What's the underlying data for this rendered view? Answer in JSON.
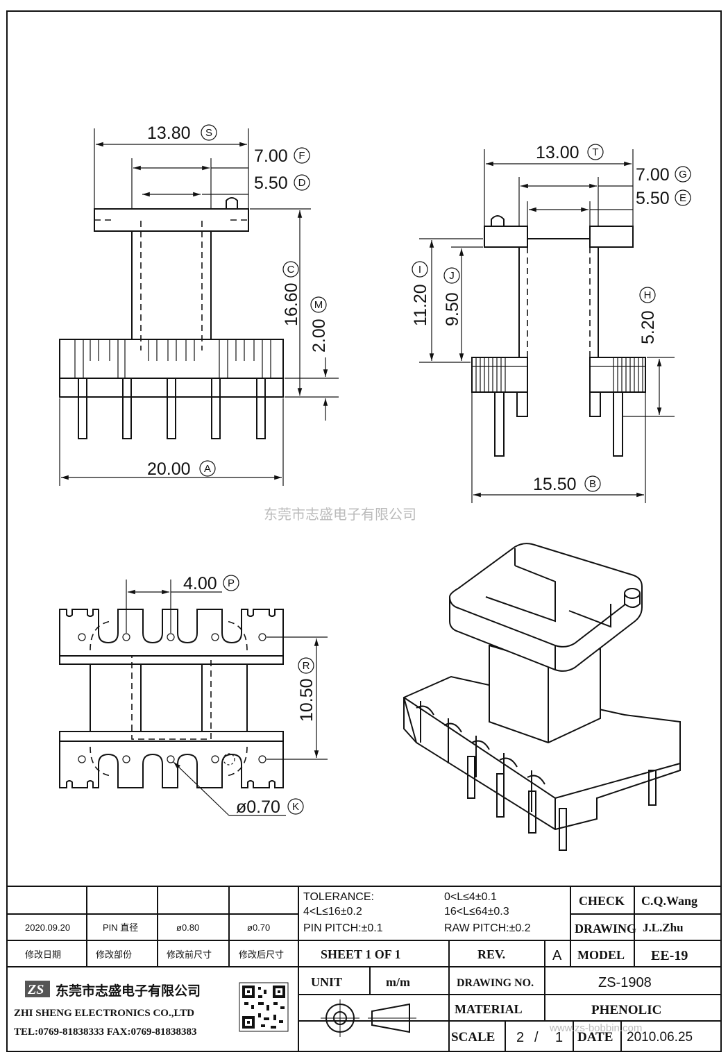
{
  "dimensions": {
    "front": {
      "d_s": {
        "value": "13.80",
        "tag": "S"
      },
      "d_f": {
        "value": "7.00",
        "tag": "F"
      },
      "d_d": {
        "value": "5.50",
        "tag": "D"
      },
      "d_c": {
        "value": "16.60",
        "tag": "C"
      },
      "d_m": {
        "value": "2.00",
        "tag": "M"
      },
      "d_a": {
        "value": "20.00",
        "tag": "A"
      }
    },
    "side": {
      "d_t": {
        "value": "13.00",
        "tag": "T"
      },
      "d_g": {
        "value": "7.00",
        "tag": "G"
      },
      "d_e": {
        "value": "5.50",
        "tag": "E"
      },
      "d_i": {
        "value": "11.20",
        "tag": "I"
      },
      "d_j": {
        "value": "9.50",
        "tag": "J"
      },
      "d_h": {
        "value": "5.20",
        "tag": "H"
      },
      "d_b": {
        "value": "15.50",
        "tag": "B"
      }
    },
    "bottom": {
      "d_p": {
        "value": "4.00",
        "tag": "P"
      },
      "d_r": {
        "value": "10.50",
        "tag": "R"
      },
      "d_k": {
        "value": "ø0.70",
        "tag": "K"
      }
    }
  },
  "watermark": "东莞市志盛电子有限公司",
  "title_block": {
    "revision": {
      "date": "2020.09.20",
      "part": "PIN 直径",
      "before": "ø0.80",
      "after": "ø0.70",
      "h_date": "修改日期",
      "h_part": "修改部份",
      "h_before": "修改前尺寸",
      "h_after": "修改后尺寸"
    },
    "tolerance": {
      "label": "TOLERANCE:",
      "t1": "0<L≤4±0.1",
      "t2": "4<L≤16±0.2",
      "t3": "16<L≤64±0.3",
      "pin_pitch": "PIN PITCH:±0.1",
      "raw_pitch": "RAW PITCH:±0.2"
    },
    "check_label": "CHECK",
    "check_value": "C.Q.Wang",
    "drawing_label": "DRAWING",
    "drawing_value": "J.L.Zhu",
    "sheet": "SHEET 1 OF 1",
    "rev_label": "REV.",
    "rev_value": "A",
    "model_label": "MODEL",
    "model_value": "EE-19",
    "company_cn": "东莞市志盛电子有限公司",
    "company_en": "ZHI SHENG ELECTRONICS CO.,LTD",
    "contact": "TEL:0769-81838333 FAX:0769-81838383",
    "logo": "ZS",
    "unit_label": "UNIT",
    "unit_value": "m/m",
    "drawing_no_label": "DRAWING NO.",
    "drawing_no_value": "ZS-1908",
    "material_label": "MATERIAL",
    "material_value": "PHENOLIC",
    "scale_label": "SCALE",
    "scale_a": "2",
    "scale_sep": "/",
    "scale_b": "1",
    "date_label": "DATE",
    "date_value": "2010.06.25",
    "web_watermark": "www.zs-bobbin.com"
  }
}
